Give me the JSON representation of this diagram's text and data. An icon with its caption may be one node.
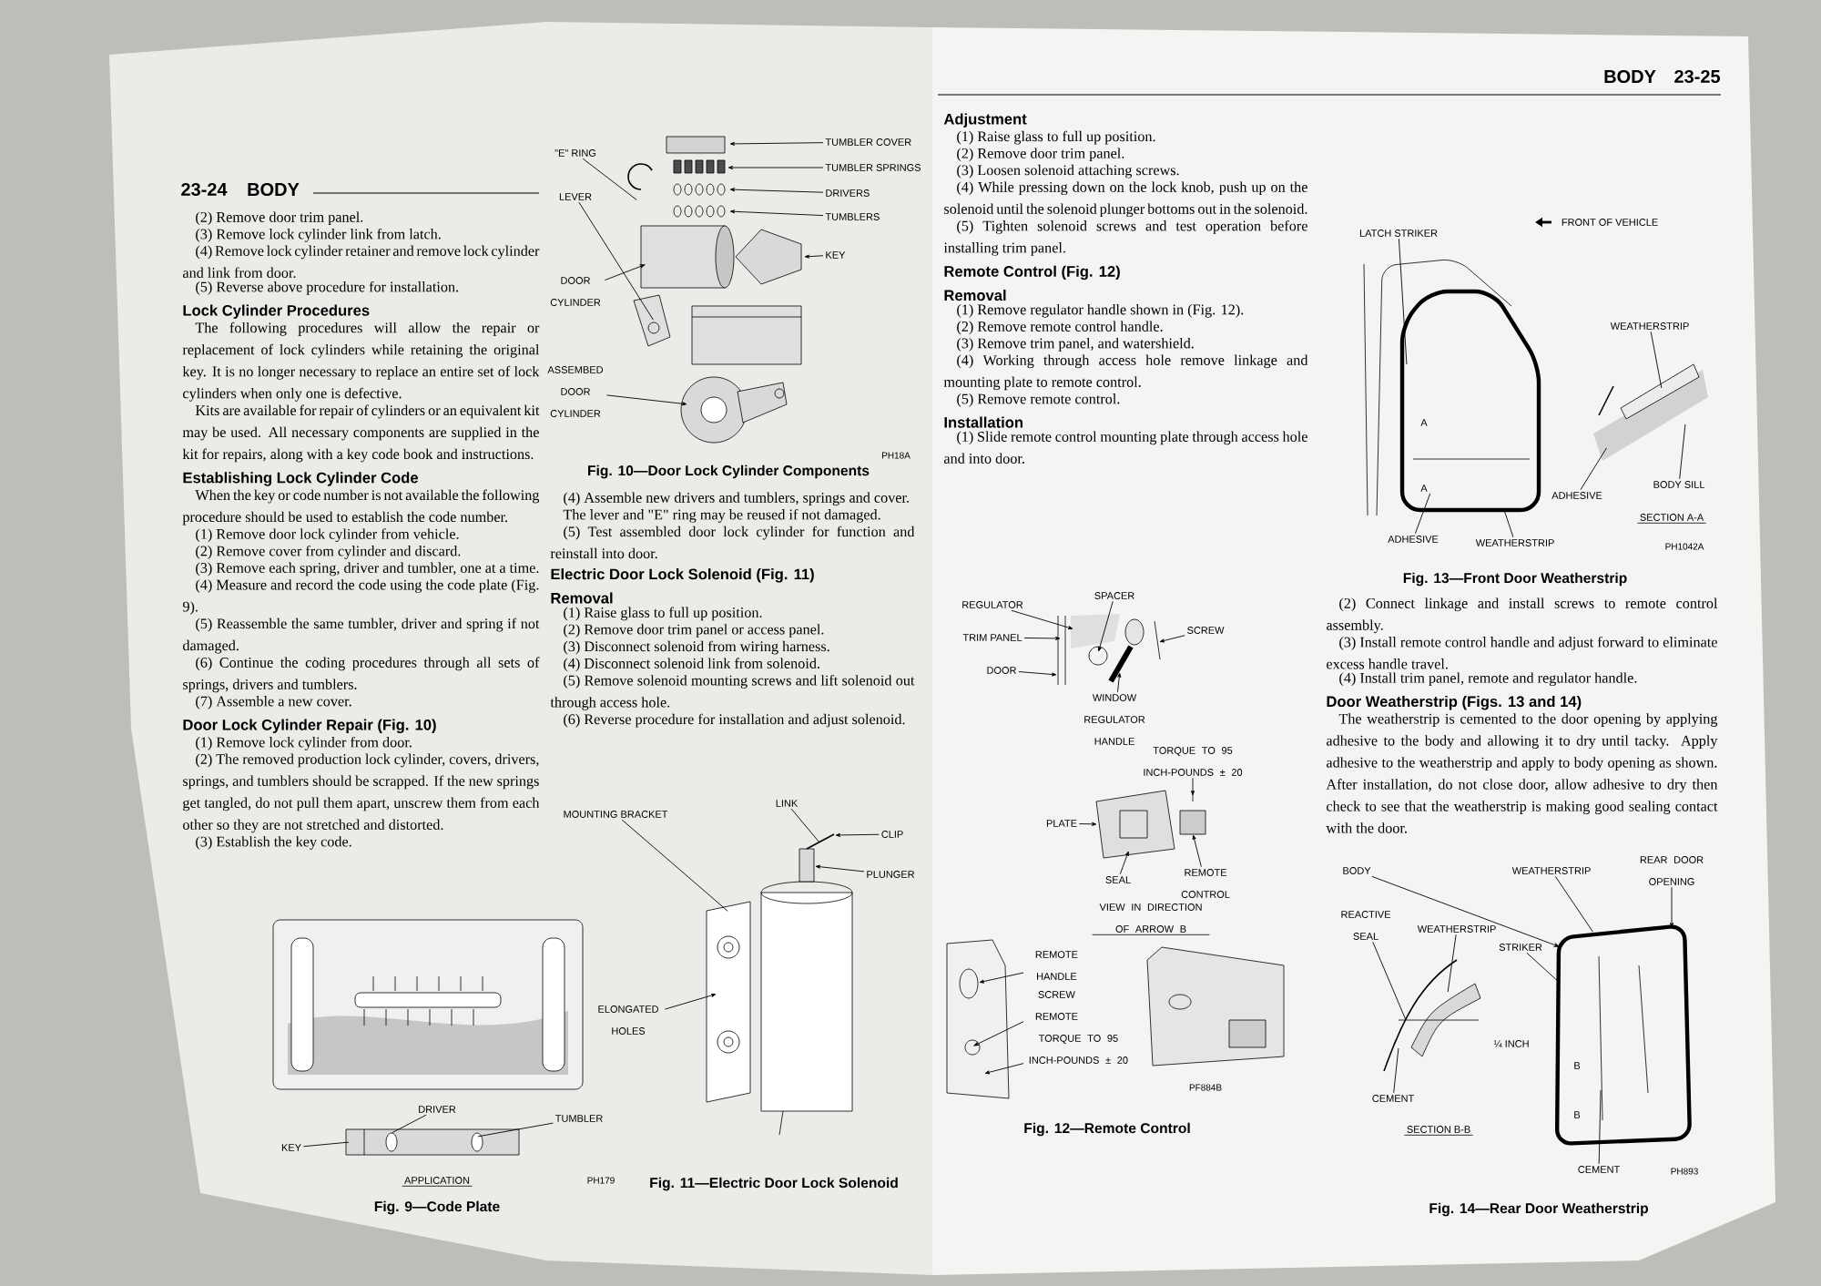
{
  "diagram": {
    "nodes": [
      {
        "text": [],
        "shape": "picture"
      },
      {
        "text": [
          "TUMBLER COVER"
        ]
      },
      {
        "text": [
          "TUMBLER SPRINGS"
        ]
      },
      {
        "text": [
          "DRIVERS"
        ]
      },
      {
        "text": [
          "TUMBLERS"
        ]
      },
      {
        "text": [
          "KEY"
        ]
      },
      {
        "text": [
          "\"E\" RING"
        ]
      },
      {
        "text": [
          "LEVER"
        ]
      },
      {
        "text": [
          "DOOR CYLINDER"
        ]
      },
      {
        "text": [
          "ASSEMBED DOOR CYLINDER"
        ]
      },
      {
        "text": [],
        "shape": "picture"
      },
      {
        "text": [],
        "shape": "picture"
      },
      {
        "text": [
          "KEY"
        ]
      },
      {
        "text": [
          "DRIVER"
        ]
      },
      {
        "text": [
          "TUMBLER"
        ]
      },
      {
        "text": [],
        "shape": "picture"
      },
      {
        "text": [
          "MOUNTING BRACKET"
        ]
      },
      {
        "text": [
          "LINK"
        ]
      },
      {
        "text": [
          "CLIP"
        ]
      },
      {
        "text": [
          "PLUNGER"
        ]
      },
      {
        "text": [
          "ELONGATED HOLES"
        ]
      },
      {
        "text": [],
        "shape": "picture"
      },
      {
        "text": [
          "REGULATOR"
        ]
      },
      {
        "text": [
          "SPACER"
        ]
      },
      {
        "text": [
          "TRIM PANEL"
        ]
      },
      {
        "text": [
          "SCREW"
        ]
      },
      {
        "text": [
          "DOOR"
        ]
      },
      {
        "text": [
          "WINDOW REGULATOR HANDLE"
        ]
      },
      {
        "text": [],
        "shape": "picture"
      },
      {
        "text": [
          "TORQUE TO 95 INCH-POUNDS ± 20"
        ]
      },
      {
        "text": [
          "PLATE"
        ]
      },
      {
        "text": [
          "SEAL"
        ]
      },
      {
        "text": [
          "REMOTE CONTROL"
        ]
      },
      {
        "text": [],
        "shape": "picture"
      },
      {
        "text": [
          "REMOTE HANDLE"
        ]
      },
      {
        "text": [
          "SCREW REMOTE"
        ]
      },
      {
        "text": [
          "TORQUE TO 95 INCH-POUNDS ± 20"
        ]
      },
      {
        "text": [],
        "shape": "picture"
      },
      {
        "text": [
          "LATCH STRIKER"
        ]
      },
      {
        "text": [
          "ADHESIVE"
        ]
      },
      {
        "text": [
          "WEATHERSTRIP"
        ]
      },
      {
        "text": [],
        "shape": "picture"
      },
      {
        "text": [
          "WEATHERSTRIP"
        ]
      },
      {
        "text": [
          "BODY SILL"
        ]
      },
      {
        "text": [
          "ADHESIVE"
        ]
      },
      {
        "text": [],
        "shape": "picture"
      },
      {
        "text": [
          "BODY"
        ]
      },
      {
        "text": [
          "WEATHERSTRIP"
        ]
      },
      {
        "text": [
          "REAR DOOR OPENING"
        ]
      },
      {
        "text": [
          "STRIKER"
        ]
      },
      {
        "text": [
          "CEMENT"
        ]
      },
      {
        "text": [],
        "shape": "picture"
      },
      {
        "text": [
          "WEATHERSTRIP"
        ]
      },
      {
        "text": [
          "REACTIVE SEAL"
        ]
      },
      {
        "text": [
          "CEMENT"
        ]
      }
    ],
    "edges": [
      {
        "from": 1,
        "to": 0,
        "arrow": "to"
      },
      {
        "from": 2,
        "to": 0,
        "arrow": "to"
      },
      {
        "from": 3,
        "to": 0,
        "arrow": "to"
      },
      {
        "from": 4,
        "to": 0,
        "arrow": "to"
      },
      {
        "from": 5,
        "to": 0,
        "arrow": "to"
      },
      {
        "from": 6,
        "to": 0,
        "arrow": "none"
      },
      {
        "from": 7,
        "to": 0,
        "arrow": "none"
      },
      {
        "from": 8,
        "to": 0,
        "arrow": "to"
      },
      {
        "from": 9,
        "to": 0,
        "arrow": "to"
      },
      {
        "from": 12,
        "to": 11,
        "arrow": "none"
      },
      {
        "from": 13,
        "to": 11,
        "arrow": "none"
      },
      {
        "from": 14,
        "to": 11,
        "arrow": "none"
      },
      {
        "from": 16,
        "to": 15,
        "arrow": "none"
      },
      {
        "from": 17,
        "to": 15,
        "arrow": "none"
      },
      {
        "from": 18,
        "to": 15,
        "arrow": "to"
      },
      {
        "from": 19,
        "to": 15,
        "arrow": "to"
      },
      {
        "from": 20,
        "to": 15,
        "arrow": "to"
      },
      {
        "from": 22,
        "to": 21,
        "arrow": "to"
      },
      {
        "from": 23,
        "to": 21,
        "arrow": "to"
      },
      {
        "from": 24,
        "to": 21,
        "arrow": "to"
      },
      {
        "from": 25,
        "to": 21,
        "arrow": "to"
      },
      {
        "from": 26,
        "to": 21,
        "arrow": "to"
      },
      {
        "from": 27,
        "to": 21,
        "arrow": "to"
      },
      {
        "from": 29,
        "to": 28,
        "arrow": "to"
      },
      {
        "from": 30,
        "to": 28,
        "arrow": "to"
      },
      {
        "from": 31,
        "to": 28,
        "arrow": "to"
      },
      {
        "from": 32,
        "to": 28,
        "arrow": "to"
      },
      {
        "from": 34,
        "to": 33,
        "arrow": "to"
      },
      {
        "from": 35,
        "to": 33,
        "arrow": "to"
      },
      {
        "from": 36,
        "to": 33,
        "arrow": "to"
      },
      {
        "from": 38,
        "to": 37,
        "arrow": "none"
      },
      {
        "from": 39,
        "to": 37,
        "arrow": "none"
      },
      {
        "from": 40,
        "to": 37,
        "arrow": "none"
      },
      {
        "from": 42,
        "to": 41,
        "arrow": "none"
      },
      {
        "from": 43,
        "to": 41,
        "arrow": "none"
      },
      {
        "from": 44,
        "to": 41,
        "arrow": "none"
      },
      {
        "from": 46,
        "to": 45,
        "arrow": "to"
      },
      {
        "from": 47,
        "to": 45,
        "arrow": "none"
      },
      {
        "from": 48,
        "to": 45,
        "arrow": "to"
      },
      {
        "from": 49,
        "to": 45,
        "arrow": "none"
      },
      {
        "from": 50,
        "to": 45,
        "arrow": "none"
      },
      {
        "from": 52,
        "to": 51,
        "arrow": "none"
      },
      {
        "from": 53,
        "to": 51,
        "arrow": "none"
      },
      {
        "from": 54,
        "to": 51,
        "arrow": "none"
      }
    ],
    "labels": [
      "23-24",
      "BODY",
      "(2) Remove door trim panel.",
      "(3) Remove lock cylinder link from latch.",
      "(4) Remove lock cylinder retainer and remove lock cylinder and link from door.",
      "(5) Reverse above procedure for installation.",
      "Lock Cylinder Procedures",
      "The following procedures will allow the repair or replacement of lock cylinders while retaining the original key. It is no longer necessary to replace an entire set of lock cylinders when only one is defective.",
      "Kits are available for repair of cylinders or an equivalent kit may be used. All necessary components are supplied in the kit for repairs, along with a key code book and instructions.",
      "Establishing Lock Cylinder Code",
      "When the key or code number is not available the following procedure should be used to establish the code number.",
      "(1) Remove door lock cylinder from vehicle.",
      "(2) Remove cover from cylinder and discard.",
      "(3) Remove each spring, driver and tumbler, one at a time.",
      "(4) Measure and record the code using the code plate (Fig. 9).",
      "(5) Reassemble the same tumbler, driver and spring if not damaged.",
      "(6) Continue the coding procedures through all sets of springs, drivers and tumblers.",
      "(7) Assemble a new cover.",
      "Door Lock Cylinder Repair (Fig. 10)",
      "(1) Remove lock cylinder from door.",
      "(2) The removed production lock cylinder, covers, drivers, springs, and tumblers should be scrapped. If the new springs get tangled, do not pull them apart, unscrew them from each other so they are not stretched and distorted.",
      "(3) Establish the key code.",
      "APPLICATION",
      "PH179",
      "PH18A",
      "(4) Assemble new drivers and tumblers, springs and cover.",
      "The lever and \"E\" ring may be reused if not damaged.",
      "(5) Test assembled door lock cylinder for function and reinstall into door.",
      "Electric Door Lock Solenoid (Fig. 11)",
      "Removal",
      "(1) Raise glass to full up position.",
      "(2) Remove door trim panel or access panel.",
      "(3) Disconnect solenoid from wiring harness.",
      "(4) Disconnect solenoid link from solenoid.",
      "(5) Remove solenoid mounting screws and lift solenoid out through access hole.",
      "(6) Reverse procedure for installation and adjust solenoid.",
      "Adjustment",
      "(1) Raise glass to full up position.",
      "(2) Remove door trim panel.",
      "(3) Loosen solenoid attaching screws.",
      "(4) While pressing down on the lock knob, push up on the solenoid until the solenoid plunger bottoms out in the solenoid.",
      "(5) Tighten solenoid screws and test operation before installing trim panel.",
      "Remote Control (Fig. 12)",
      "Removal",
      "(1) Remove regulator handle shown in (Fig. 12).",
      "(2) Remove remote control handle.",
      "(3) Remove trim panel, and watershield.",
      "(4) Working through access hole remove linkage and mounting plate to remote control.",
      "(5) Remove remote control.",
      "Installation",
      "(1) Slide remote control mounting plate through access hole and into door.",
      "VIEW IN DIRECTION OF ARROW B",
      "PF884B",
      "BODY",
      "23-25",
      "FRONT OF VEHICLE",
      "A",
      "A",
      "SECTION A-A",
      "PH1042A",
      "(2) Connect linkage and install screws to remote control assembly.",
      "(3) Install remote control handle and adjust forward to eliminate excess handle travel.",
      "(4) Install trim panel, remote and regulator handle.",
      "Door Weatherstrip (Figs. 13 and 14)",
      "The weatherstrip is cemented to the door opening by applying adhesive to the body and allowing it to dry until tacky. Apply adhesive to the weatherstrip and apply to body opening as shown. After installation, do not close door, allow adhesive to dry then check to see that the weatherstrip is making good sealing contact with the door.",
      "¼ INCH",
      "B",
      "B",
      "SECTION B-B",
      "PH893",
      "Fig. 9—Code Plate",
      "Fig. 10—Door Lock Cylinder Components",
      "Fig. 11—Electric Door Lock Solenoid",
      "Fig. 12—Remote Control",
      "Fig. 13—Front Door Weatherstrip",
      "Fig. 14—Rear Door Weatherstrip"
    ]
  }
}
